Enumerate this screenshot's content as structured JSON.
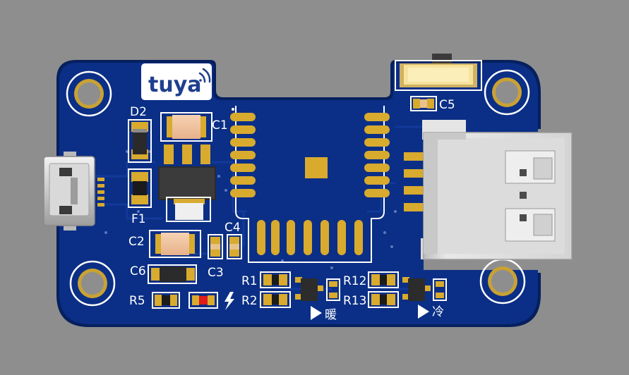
{
  "board": {
    "colors": {
      "background": "#8e8e8e",
      "pcb": "#0b2f86",
      "pcb_edge": "#06205e",
      "gold": "#d8aa2e",
      "silk": "#ffffff",
      "led": "#e01b1b"
    },
    "logo": {
      "text": "tuya",
      "icon": "wifi-signal-icon"
    },
    "labels": {
      "d2": "D2",
      "c1": "C1",
      "f1": "F1",
      "c2": "C2",
      "c4": "C4",
      "c6": "C6",
      "c3": "C3",
      "c5": "C5",
      "r1": "R1",
      "r2": "R2",
      "r5": "R5",
      "r12": "R12",
      "r13": "R13",
      "warm": "暖",
      "cold": "冷"
    },
    "icons": [
      "mounting-hole-icon",
      "lightning-icon",
      "play-arrow-icon",
      "usb-a-connector-icon",
      "micro-usb-connector-icon"
    ]
  }
}
